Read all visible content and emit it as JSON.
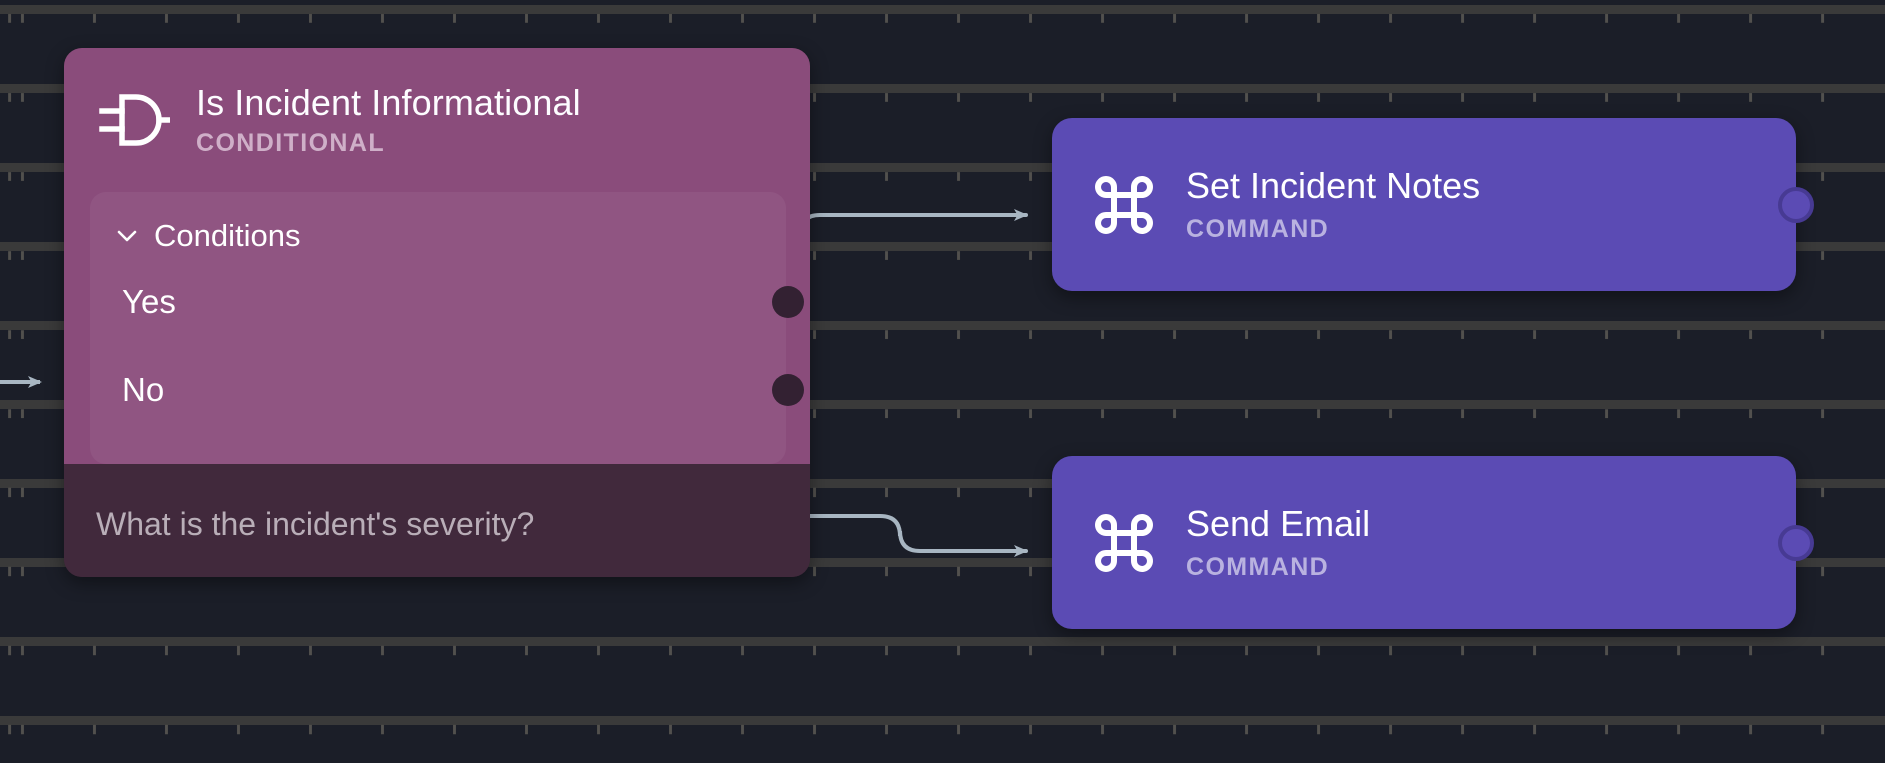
{
  "canvas": {
    "background_color": "#1b1e28",
    "grid_tick_color": "#5c5a54"
  },
  "nodes": [
    {
      "id": "is-incident-informational",
      "type": "conditional",
      "title": "Is Incident Informational",
      "subtitle": "CONDITIONAL",
      "icon": "logic-gate-icon",
      "color": "#8a4c7b",
      "footer_color": "#41293c",
      "conditions_section": {
        "label": "Conditions",
        "expanded": true,
        "chevron": "chevron-down-icon",
        "branches": [
          {
            "label": "Yes",
            "port_color": "#332132"
          },
          {
            "label": "No",
            "port_color": "#332132"
          }
        ]
      },
      "footer_text": "What is the incident's severity?"
    },
    {
      "id": "set-incident-notes",
      "type": "command",
      "title": "Set Incident Notes",
      "subtitle": "COMMAND",
      "icon": "command-key-icon",
      "color": "#5b4bb4",
      "port_color": "#473a93"
    },
    {
      "id": "send-email",
      "type": "command",
      "title": "Send Email",
      "subtitle": "COMMAND",
      "icon": "command-key-icon",
      "color": "#5b4bb4",
      "port_color": "#473a93"
    }
  ],
  "edges": [
    {
      "id": "edge-input",
      "from": "canvas-left",
      "to": "is-incident-informational",
      "color": "#a8b6c2"
    },
    {
      "id": "edge-yes",
      "from": "Yes",
      "to": "set-incident-notes",
      "color": "#a8b6c2"
    },
    {
      "id": "edge-no",
      "from": "No",
      "to": "send-email",
      "color": "#a8b6c2"
    }
  ]
}
